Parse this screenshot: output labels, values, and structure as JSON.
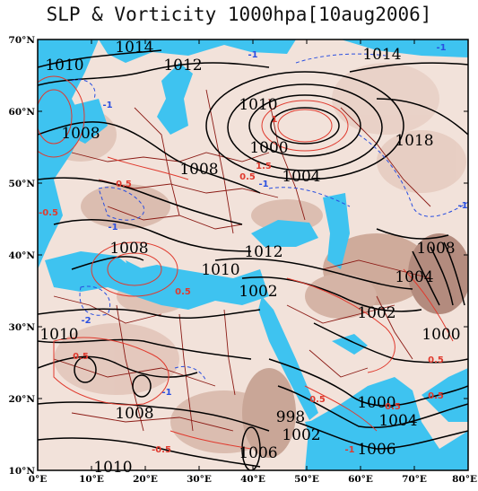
{
  "title": "SLP & Vorticity 1000hpa[10aug2006]",
  "axes": {
    "lat_labels": [
      "70°N",
      "60°N",
      "50°N",
      "40°N",
      "30°N",
      "20°N",
      "10°N"
    ],
    "lon_labels": [
      "0°E",
      "10°E",
      "20°E",
      "30°E",
      "40°E",
      "50°E",
      "60°E",
      "70°E",
      "80°E"
    ],
    "lat_values": [
      70,
      60,
      50,
      40,
      30,
      20,
      10
    ],
    "lon_values": [
      0,
      10,
      20,
      30,
      40,
      50,
      60,
      70,
      80
    ]
  },
  "colors": {
    "sea": "#3ec3f0",
    "land_low": "#f2e2da",
    "land_mid": "#d9b8aa",
    "land_high": "#a97d6e",
    "slp_contour": "#000000",
    "positive_vorticity": "#e03a2e",
    "negative_vorticity": "#2a4fe0",
    "borders": "#8b1a14"
  },
  "slp_labels": [
    {
      "text": "1014",
      "lon": 18,
      "lat": 69
    },
    {
      "text": "1010",
      "lon": 5,
      "lat": 66.5
    },
    {
      "text": "1012",
      "lon": 27,
      "lat": 66.5
    },
    {
      "text": "1014",
      "lon": 64,
      "lat": 68
    },
    {
      "text": "1010",
      "lon": 41,
      "lat": 61
    },
    {
      "text": "1008",
      "lon": 8,
      "lat": 57
    },
    {
      "text": "1000",
      "lon": 43,
      "lat": 55
    },
    {
      "text": "1018",
      "lon": 70,
      "lat": 56
    },
    {
      "text": "1008",
      "lon": 30,
      "lat": 52
    },
    {
      "text": "1004",
      "lon": 49,
      "lat": 51
    },
    {
      "text": "1008",
      "lon": 17,
      "lat": 41
    },
    {
      "text": "1012",
      "lon": 42,
      "lat": 40.5
    },
    {
      "text": "1008",
      "lon": 74,
      "lat": 41
    },
    {
      "text": "1010",
      "lon": 34,
      "lat": 38
    },
    {
      "text": "1004",
      "lon": 70,
      "lat": 37
    },
    {
      "text": "1002",
      "lon": 41,
      "lat": 35
    },
    {
      "text": "1002",
      "lon": 63,
      "lat": 32
    },
    {
      "text": "1000",
      "lon": 75,
      "lat": 29
    },
    {
      "text": "1010",
      "lon": 4,
      "lat": 29
    },
    {
      "text": "1008",
      "lon": 18,
      "lat": 18
    },
    {
      "text": "998",
      "lon": 47,
      "lat": 17.5
    },
    {
      "text": "1000",
      "lon": 63,
      "lat": 19.5
    },
    {
      "text": "1004",
      "lon": 67,
      "lat": 17
    },
    {
      "text": "1002",
      "lon": 49,
      "lat": 15
    },
    {
      "text": "1006",
      "lon": 41,
      "lat": 12.5
    },
    {
      "text": "1006",
      "lon": 63,
      "lat": 13
    },
    {
      "text": "1010",
      "lon": 14,
      "lat": 10.5
    }
  ],
  "vorticity_labels": [
    {
      "text": "-1",
      "lon": 75,
      "lat": 69,
      "sign": "negative"
    },
    {
      "text": "-1",
      "lon": 40,
      "lat": 68,
      "sign": "negative"
    },
    {
      "text": "-1",
      "lon": 13,
      "lat": 61,
      "sign": "negative"
    },
    {
      "text": "1",
      "lon": 44,
      "lat": 59,
      "sign": "positive"
    },
    {
      "text": "0.5",
      "lon": 16,
      "lat": 50,
      "sign": "positive"
    },
    {
      "text": "1.5",
      "lon": 42,
      "lat": 52.5,
      "sign": "positive"
    },
    {
      "text": "0.5",
      "lon": 39,
      "lat": 51,
      "sign": "positive"
    },
    {
      "text": "-1",
      "lon": 42,
      "lat": 50,
      "sign": "negative"
    },
    {
      "text": "-1",
      "lon": 79,
      "lat": 47,
      "sign": "negative"
    },
    {
      "text": "-0.5",
      "lon": 2,
      "lat": 46,
      "sign": "positive"
    },
    {
      "text": "-1",
      "lon": 14,
      "lat": 44,
      "sign": "negative"
    },
    {
      "text": "0.5",
      "lon": 27,
      "lat": 35,
      "sign": "positive"
    },
    {
      "text": "-2",
      "lon": 9,
      "lat": 31,
      "sign": "negative"
    },
    {
      "text": "0.5",
      "lon": 8,
      "lat": 26,
      "sign": "positive"
    },
    {
      "text": "0.5",
      "lon": 74,
      "lat": 25.5,
      "sign": "positive"
    },
    {
      "text": "-1",
      "lon": 24,
      "lat": 21,
      "sign": "negative"
    },
    {
      "text": "0.5",
      "lon": 52,
      "lat": 20,
      "sign": "positive"
    },
    {
      "text": "0.5",
      "lon": 66,
      "lat": 19,
      "sign": "positive"
    },
    {
      "text": "0.5",
      "lon": 74,
      "lat": 20.5,
      "sign": "positive"
    },
    {
      "text": "-0.5",
      "lon": 23,
      "lat": 13,
      "sign": "positive"
    },
    {
      "text": "-1",
      "lon": 58,
      "lat": 13,
      "sign": "positive"
    }
  ]
}
